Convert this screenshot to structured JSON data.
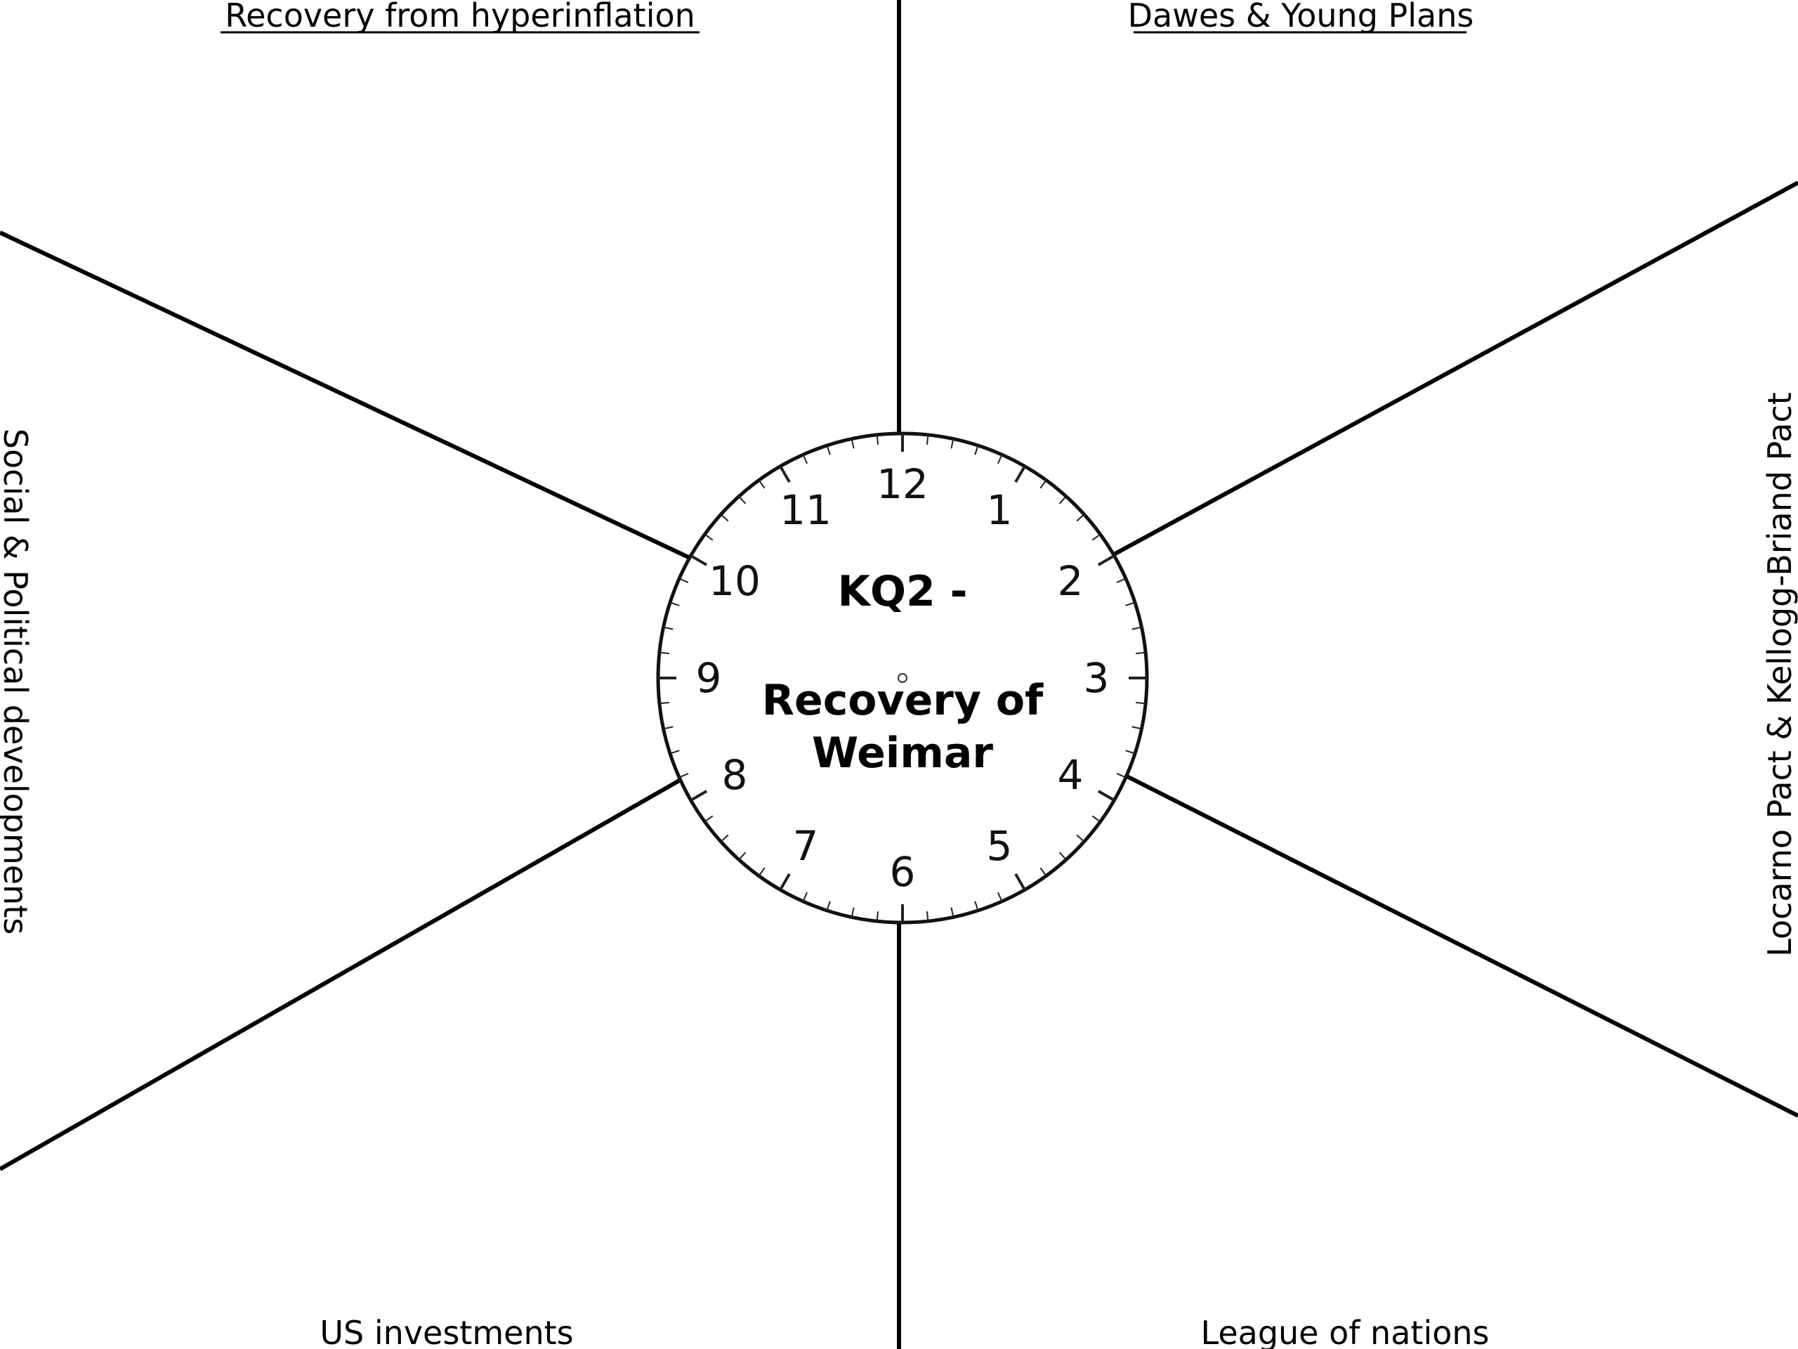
{
  "sections": {
    "top_left": "Recovery from hyperinflation",
    "top_right": "Dawes & Young Plans",
    "right": "Locarno Pact & Kellogg-Briand Pact",
    "bottom_right": "League of nations",
    "bottom_left": "US investments",
    "left": "Social & Political developments"
  },
  "clock": {
    "numerals": [
      "12",
      "1",
      "2",
      "3",
      "4",
      "5",
      "6",
      "7",
      "8",
      "9",
      "10",
      "11"
    ],
    "title_line1": "KQ2 -",
    "title_line2": "Recovery of",
    "title_line3": "Weimar"
  },
  "colors": {
    "ink": "#000000",
    "background": "#ffffff"
  }
}
